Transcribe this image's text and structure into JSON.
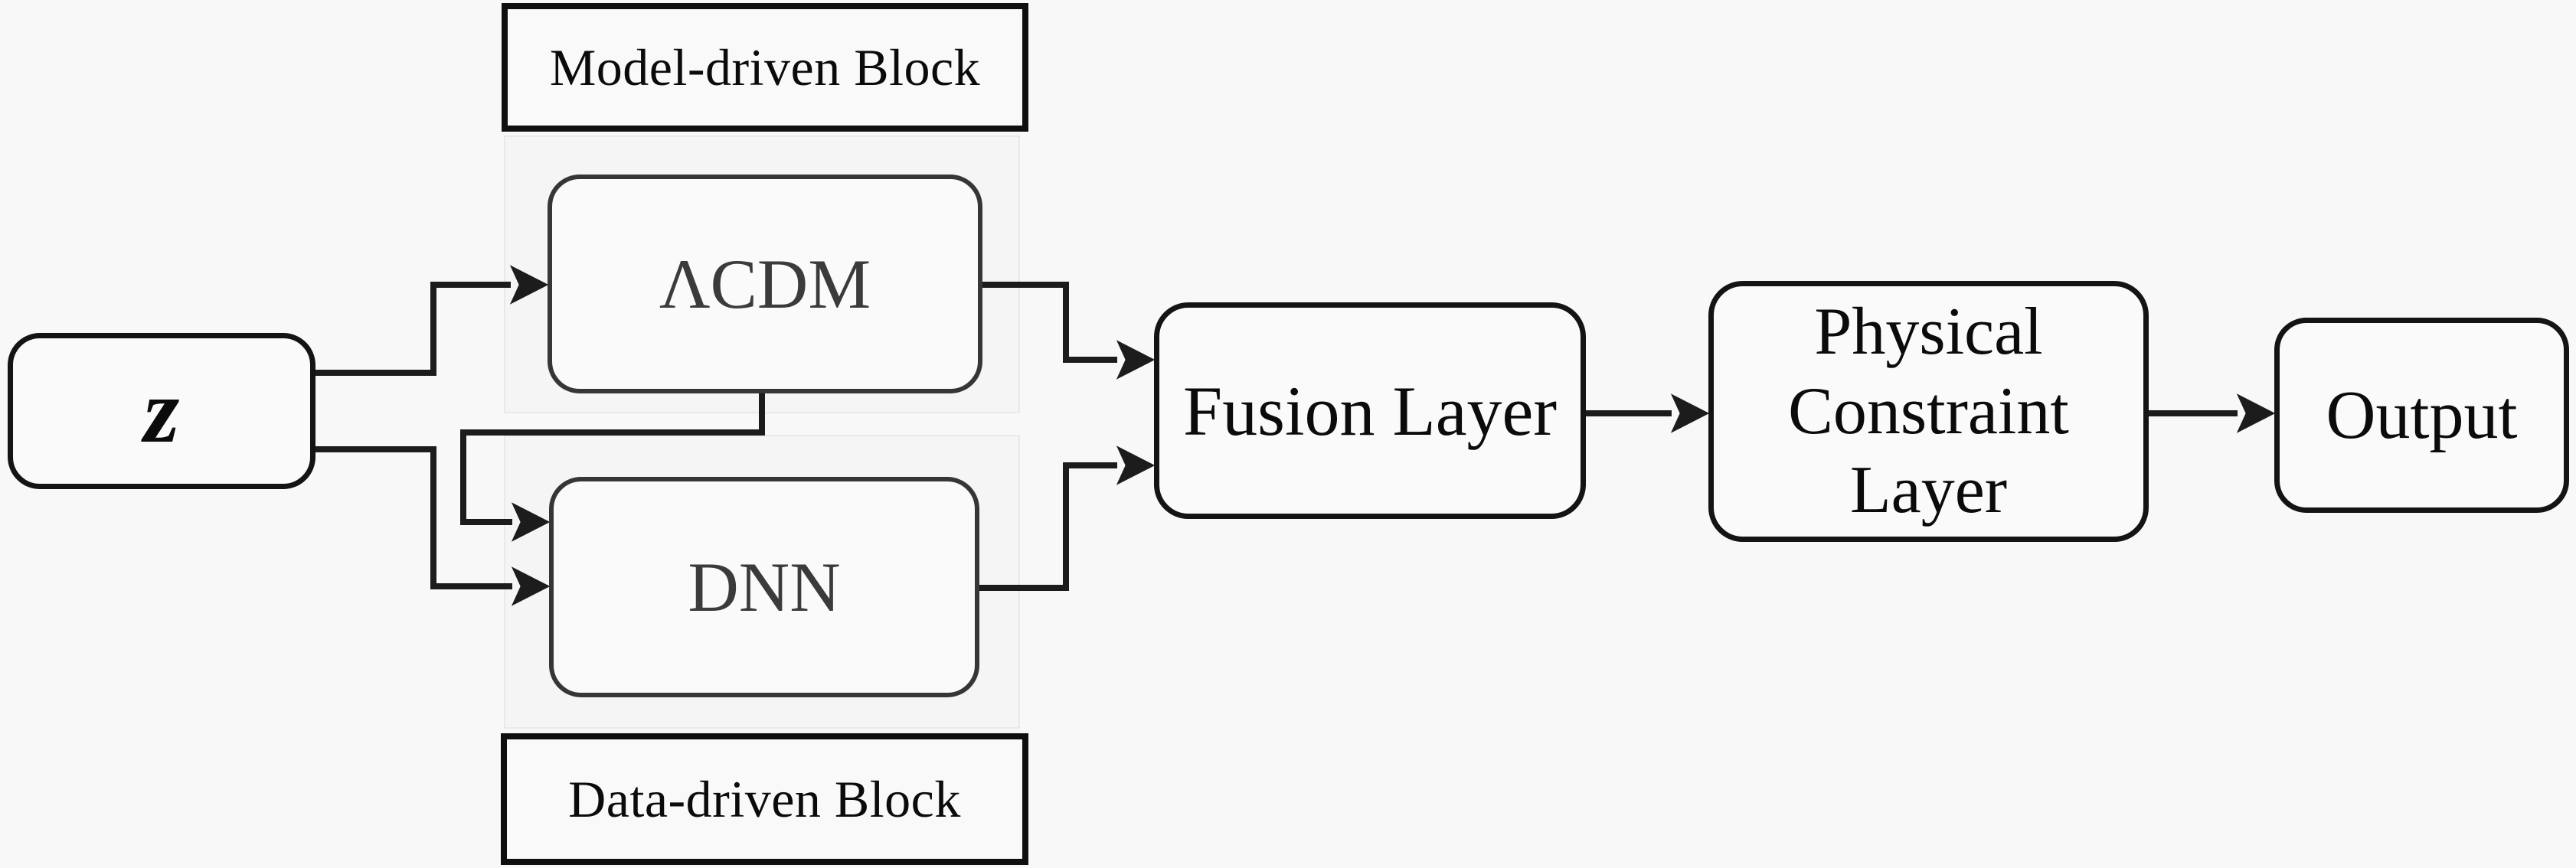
{
  "figure": {
    "background_color": "#f8f8f8",
    "stroke_color": "#1c1c1c",
    "node_text_color": "#0b0b0b",
    "muted_node_text_color": "#3b3b3b",
    "container_fill": "#f5f5f5",
    "container_border": "#e9e9e9",
    "blocks": {
      "model_driven": {
        "label": "Model-driven Block"
      },
      "data_driven": {
        "label": "Data-driven Block"
      }
    },
    "nodes": {
      "input": {
        "label": "z"
      },
      "lcdm": {
        "label": "ΛCDM"
      },
      "dnn": {
        "label": "DNN"
      },
      "fusion": {
        "label": "Fusion Layer"
      },
      "physical_constraint": {
        "label": "Physical Constraint Layer"
      },
      "output": {
        "label": "Output"
      }
    },
    "connections": [
      {
        "from": "input",
        "to": "lcdm"
      },
      {
        "from": "input",
        "to": "dnn"
      },
      {
        "from": "lcdm",
        "to": "dnn"
      },
      {
        "from": "lcdm",
        "to": "fusion"
      },
      {
        "from": "dnn",
        "to": "fusion"
      },
      {
        "from": "fusion",
        "to": "physical_constraint"
      },
      {
        "from": "physical_constraint",
        "to": "output"
      }
    ]
  }
}
